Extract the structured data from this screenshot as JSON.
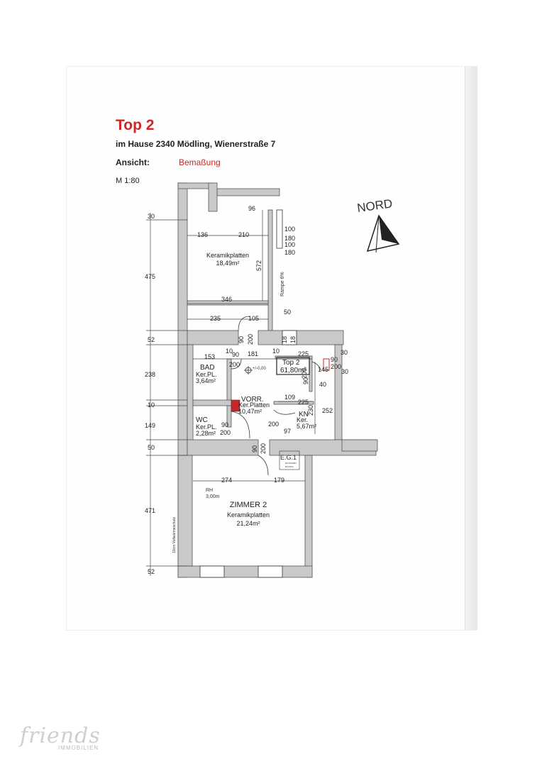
{
  "header": {
    "title": "Top 2",
    "subtitle": "im Hause 2340 Mödling, Wienerstraße 7",
    "view_label": "Ansicht:",
    "view_value": "Bemaßung",
    "scale": "M 1:80"
  },
  "compass": {
    "label": "NORD"
  },
  "rooms": [
    {
      "id": "terrace",
      "lines": [
        "Keramikplatten",
        "18,49m²"
      ]
    },
    {
      "id": "bad",
      "lines": [
        "BAD",
        "Ker.PL.",
        "3,64m²"
      ]
    },
    {
      "id": "top2",
      "lines": [
        "Top 2",
        "61,80m²"
      ]
    },
    {
      "id": "vorr",
      "lines": [
        "VORR.",
        "Ker.Platten",
        "10,47m²"
      ]
    },
    {
      "id": "wc",
      "lines": [
        "WC",
        "Ker.PL.",
        "2,28m²"
      ]
    },
    {
      "id": "kn",
      "lines": [
        "KN",
        "Ker.",
        "5,67m²"
      ]
    },
    {
      "id": "zimmer2",
      "lines": [
        "ZIMMER 2",
        "Keramikplatten",
        "21,24m²"
      ]
    }
  ],
  "left_dimensions": [
    "30",
    "475",
    "52",
    "238",
    "10",
    "149",
    "50",
    "471",
    "52"
  ],
  "dimensions": {
    "d96": "96",
    "d136": "136",
    "d210": "210",
    "d100a": "100",
    "d180a": "180",
    "d100b": "100",
    "d180b": "180",
    "d572": "572",
    "d346": "346",
    "d235": "235",
    "d105": "105",
    "d50a": "50",
    "d90a": "90",
    "d200a": "200",
    "d153": "153",
    "d10a": "10",
    "d90b": "90",
    "d181": "181",
    "d10b": "10",
    "d225a": "225",
    "d30a": "30",
    "d90c": "90",
    "d200b": "200",
    "d30b": "30",
    "d145": "145",
    "d90d": "90",
    "d200c": "200",
    "d40": "40",
    "d109": "109",
    "d225b": "225",
    "d252": "252",
    "d230": "230",
    "d90e": "90",
    "d200d": "200",
    "d97": "97",
    "d200e": "200",
    "d90f": "90",
    "d200f": "200",
    "d274": "274",
    "d179": "179",
    "d18a": "18",
    "d18b": "18"
  },
  "annotations": {
    "ramp": "Rampe 6%",
    "level": "+/-0,00",
    "ceiling_label": "RH",
    "ceiling_value": "3,00m",
    "eg": "E.G.1",
    "eg_sub": "RCTKAMIN",
    "eg_sub2": "Ø14,8cm",
    "wall_note": "10cm Vollwärmeschutz"
  },
  "watermark": {
    "logo": "friends",
    "sub": "IMMOBILIEN"
  }
}
